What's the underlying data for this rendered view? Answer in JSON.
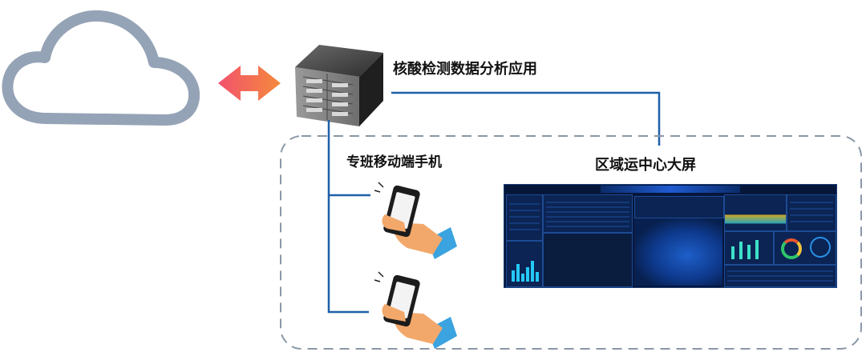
{
  "labels": {
    "app": "核酸检测数据分析应用",
    "mobile": "专班移动端手机",
    "screen": "区域运中心大屏"
  },
  "icons": {
    "cloud": "cloud-icon",
    "arrow": "double-arrow-icon",
    "server": "server-rack-icon",
    "phone": "smartphone-hand-icon"
  },
  "colors": {
    "cloud_stroke": "#95a3b6",
    "arrow_left": "#f2526e",
    "arrow_right": "#f58a3c",
    "line": "#1f5fa8",
    "dash_border": "#8a97a8",
    "server": "#3b3b3b",
    "phone_hand": "#f2a86a",
    "phone_sleeve": "#3aa3e0"
  }
}
